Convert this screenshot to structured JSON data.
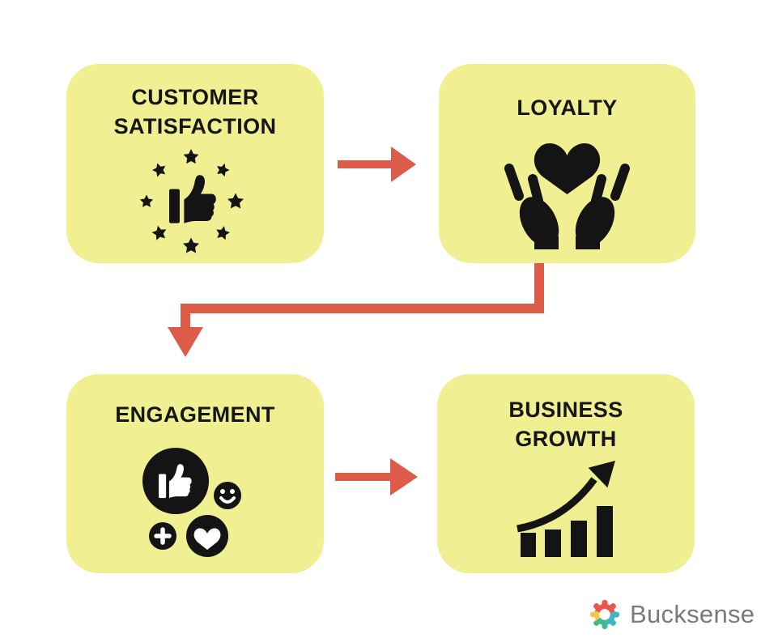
{
  "boxes": [
    {
      "id": "customer-satisfaction",
      "label": "CUSTOMER SATISFACTION",
      "icon": "thumbs-up-stars-icon"
    },
    {
      "id": "loyalty",
      "label": "LOYALTY",
      "icon": "hands-holding-heart-icon"
    },
    {
      "id": "engagement",
      "label": "ENGAGEMENT",
      "icon": "social-reactions-icon"
    },
    {
      "id": "business-growth",
      "label": "BUSINESS GROWTH",
      "icon": "bar-chart-growth-icon"
    }
  ],
  "arrows": [
    {
      "from": "CUSTOMER SATISFACTION",
      "to": "LOYALTY",
      "shape": "straight-right"
    },
    {
      "from": "LOYALTY",
      "to": "ENGAGEMENT",
      "shape": "elbow-down-left-down"
    },
    {
      "from": "ENGAGEMENT",
      "to": "BUSINESS GROWTH",
      "shape": "straight-right"
    }
  ],
  "logo": {
    "brand": "Bucksense",
    "icon": "multicolor-gear-icon"
  },
  "colors": {
    "background": "#ffffff",
    "box_fill": "#f0ef92",
    "arrow": "#dd5c49",
    "icon": "#141414",
    "logo_text": "#7a7a7a",
    "gear_red": "#e8564e",
    "gear_teal": "#3fb5c2",
    "gear_green": "#3db98e",
    "gear_yellow": "#f1c84b"
  }
}
